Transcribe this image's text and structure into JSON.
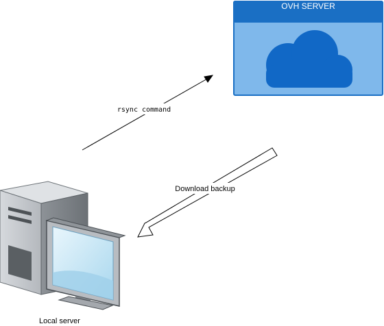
{
  "server_box": {
    "title": "OVH SERVER",
    "icon": "cloud-icon",
    "header_color": "#1a6fc4",
    "body_color": "#7fb8eb",
    "border_color": "#1a6fc4",
    "cloud_color": "#1168c6"
  },
  "edges": {
    "rsync_label": "rsync command",
    "download_label": "Download backup"
  },
  "local_server": {
    "label": "Local server",
    "icon": "desktop-computer-icon"
  }
}
